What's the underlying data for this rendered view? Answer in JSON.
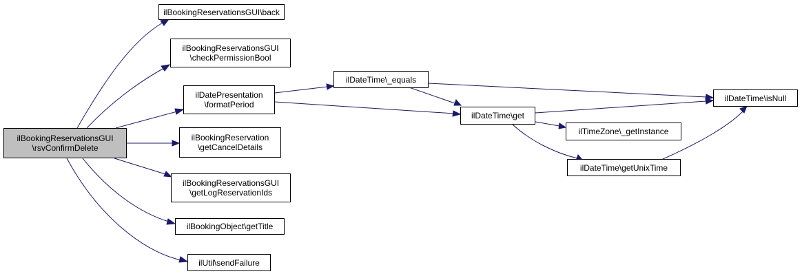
{
  "colors": {
    "edge": "#191970",
    "root_fill": "#bfbfbf",
    "node_fill": "#ffffff",
    "border": "#000000"
  },
  "nodes": {
    "root": {
      "line1": "ilBookingReservationsGUI",
      "line2": "\\rsvConfirmDelete"
    },
    "back": {
      "line1": "ilBookingReservationsGUI\\back"
    },
    "checkPermission": {
      "line1": "ilBookingReservationsGUI",
      "line2": "\\checkPermissionBool"
    },
    "formatPeriod": {
      "line1": "ilDatePresentation",
      "line2": "\\formatPeriod"
    },
    "getCancelDetails": {
      "line1": "ilBookingReservation",
      "line2": "\\getCancelDetails"
    },
    "getLogResIds": {
      "line1": "ilBookingReservationsGUI",
      "line2": "\\getLogReservationIds"
    },
    "getTitle": {
      "line1": "ilBookingObject\\getTitle"
    },
    "sendFailure": {
      "line1": "ilUtil\\sendFailure"
    },
    "equals": {
      "line1": "ilDateTime\\_equals"
    },
    "get": {
      "line1": "ilDateTime\\get"
    },
    "isNull": {
      "line1": "ilDateTime\\isNull"
    },
    "getInstance": {
      "line1": "ilTimeZone\\_getInstance"
    },
    "getUnixTime": {
      "line1": "ilDateTime\\getUnixTime"
    }
  }
}
